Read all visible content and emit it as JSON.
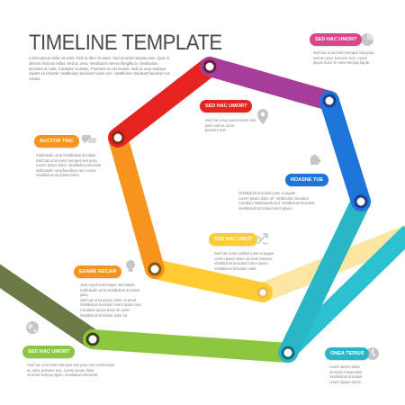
{
  "header": {
    "title": "TIMELINE TEMPLATE",
    "intro": "Lorem ipsum dolor sit amet. Sed ac liber sit amet. Sed sit amet tempus ante. Quis et ultrices rhoncus tellus. Sed ac urna. Vestibulum viverra fringilla at. Vestibulum tincidunt et nulla. Curabitur molestie. Praesent ut nisl mauris. Sed ac urna tristique sapien eu lobortis. Vestibulum tincidunt luctus non. Vestibulum tincidunt faucibus non cursus."
  },
  "colors": {
    "olive": "#6b7a45",
    "lime": "#8dc63f",
    "teal": "#29b6c6",
    "blue": "#1d74d9",
    "purple": "#a63d9a",
    "pink": "#d9468a",
    "red": "#e52420",
    "orange": "#f7941d",
    "yellow": "#ffcc33",
    "pale_yellow": "#fbe6a2",
    "icon_gray": "#c8c8c8"
  },
  "steps": [
    {
      "id": "step1",
      "label": "SED HAC UMORT",
      "color": "#d9468a",
      "icon": "pie-chart-icon",
      "text": [
        "Sed hac urna lorem tempus text justo",
        "sed ac umor posuere text. Lorem",
        "ipsum dolor sit amet tempus ligula."
      ]
    },
    {
      "id": "step2",
      "label": "SED HAC UMORT",
      "color": "#e52420",
      "icon": "location-pin-icon",
      "text": [
        "Sed hac urna Lorem lorem text",
        "justo sed ac umor",
        "posuere text"
      ]
    },
    {
      "id": "step3",
      "label": "AUCTOR TINC",
      "color": "#f7941d",
      "icon": "chat-bubbles-icon",
      "text": [
        "Sollicitudin urna Vestibulum tincidunt",
        "Sed hac urna lorem tempus text justo",
        "Lorem ipsum dolor. Vestibulum tincidunt",
        "Sollicitudin urna faucibus non cursus",
        "Vestibulum tincidunt lorem"
      ]
    },
    {
      "id": "step4",
      "label": "NOASNE TUE",
      "color": "#1d74d9",
      "icon": "puzzle-icon",
      "text": [
        "Vestibulum tincidunt justo ut augue",
        "Lorem ipsum dolor sit. Vestibulum tincidunt",
        "Curabitur Malesuada sed. Vestibulum tincidunt",
        "Vestibulum tincidunt lorem ipsum"
      ]
    },
    {
      "id": "step5",
      "label": "SED HAC UMOT",
      "color": "#ffcc33",
      "icon": "share-arrows-icon",
      "text": [
        "Sed hac urna Lortibur justo ut augue",
        "Lorem ipsum dolor sit amet tempus.",
        "Vestibulum tincidunt lorem ipsum",
        "Vestibulum tincidunt nulla"
      ]
    },
    {
      "id": "step6",
      "label": "EXAME KECAM",
      "color": "#f7941d",
      "icon": "lightbulb-icon",
      "text": [
        "Justo eget scelerisque sed mattis",
        "Sollicitudin urna Vestibulum tincidunt justo",
        "Sed hac urna ipsum dolor sit amet",
        "Vestibulum tincidunt lorem ipsum sed",
        "Curabitur ipsum dolor sit amet",
        "Vestibulum tincidunt dolor sit"
      ]
    },
    {
      "id": "step7",
      "label": "SED HAC UMORT",
      "color": "#8dc63f",
      "icon": "globe-icon",
      "text": [
        "Sed hac urna lorem tempus text justo sed scelerisque",
        "ac umor posuere text. Lorem ipsum dolor",
        "sit amet tempus ligula. Vestibulum tincidunt."
      ]
    },
    {
      "id": "step8",
      "label": "ONEA TERIUS",
      "color": "#29b6c6",
      "icon": "clock-icon",
      "text": [
        "Lorem ipsum dolor",
        "sit amet consectetur",
        "Vestibulum tincidunt",
        "Lorem ipsum lorem"
      ]
    }
  ]
}
